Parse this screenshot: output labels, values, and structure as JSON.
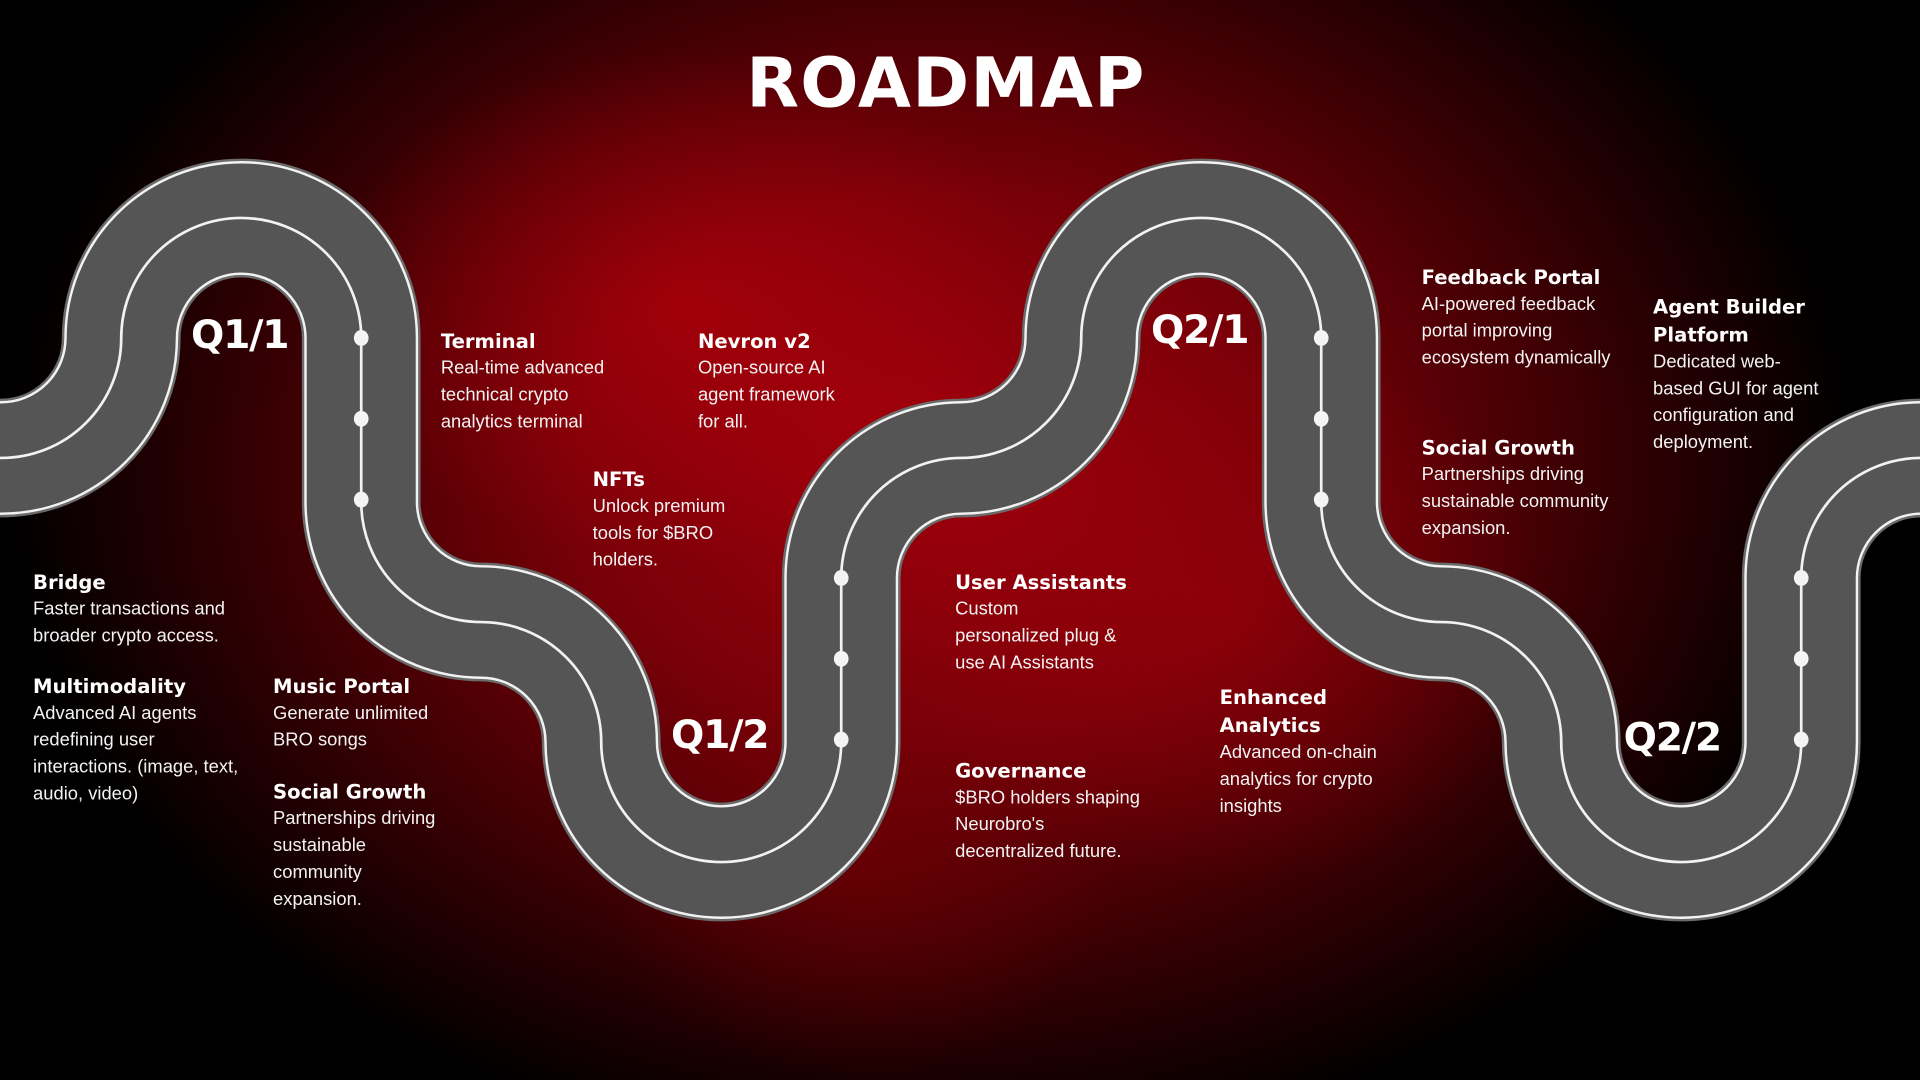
{
  "title": "ROADMAP",
  "quarters": [
    "Q1/1",
    "Q1/2",
    "Q2/1",
    "Q2/2"
  ],
  "items": [
    {
      "title": [
        "Terminal"
      ],
      "lines": [
        "Real-time advanced",
        "technical crypto",
        "analytics terminal"
      ]
    },
    {
      "title": [
        "Nevron v2"
      ],
      "lines": [
        "Open-source AI",
        "agent framework",
        "for all."
      ]
    },
    {
      "title": [
        "NFTs"
      ],
      "lines": [
        "Unlock premium",
        "tools for $BRO",
        "holders."
      ]
    },
    {
      "title": [
        "Bridge"
      ],
      "lines": [
        "Faster transactions and",
        "broader crypto access."
      ]
    },
    {
      "title": [
        "Multimodality"
      ],
      "lines": [
        "Advanced AI agents",
        "redefining user",
        "interactions. (image, text,",
        "audio, video)"
      ]
    },
    {
      "title": [
        "Music Portal"
      ],
      "lines": [
        "Generate unlimited",
        "BRO songs"
      ]
    },
    {
      "title": [
        "Social Growth"
      ],
      "lines": [
        "Partnerships driving",
        "sustainable",
        "community",
        "expansion."
      ]
    },
    {
      "title": [
        "User Assistants"
      ],
      "lines": [
        "Custom",
        "personalized plug &",
        "use AI Assistants"
      ]
    },
    {
      "title": [
        "Governance"
      ],
      "lines": [
        "$BRO holders shaping",
        "Neurobro's",
        "decentralized future."
      ]
    },
    {
      "title": [
        "Enhanced",
        "Analytics"
      ],
      "lines": [
        "Advanced on-chain",
        "analytics for crypto",
        "insights"
      ]
    },
    {
      "title": [
        "Feedback Portal"
      ],
      "lines": [
        "AI-powered feedback",
        "portal improving",
        "ecosystem dynamically"
      ]
    },
    {
      "title": [
        "Social Growth"
      ],
      "lines": [
        "Partnerships driving",
        "sustainable community",
        "expansion."
      ]
    },
    {
      "title": [
        "Agent Builder",
        "Platform"
      ],
      "lines": [
        "Dedicated web-",
        "based GUI for agent",
        "configuration and",
        "deployment."
      ]
    }
  ],
  "colors": {
    "road": "#555555",
    "road_border": "#6a6a6a",
    "lines": "#f2f2f2",
    "accent": "#a0000c"
  }
}
